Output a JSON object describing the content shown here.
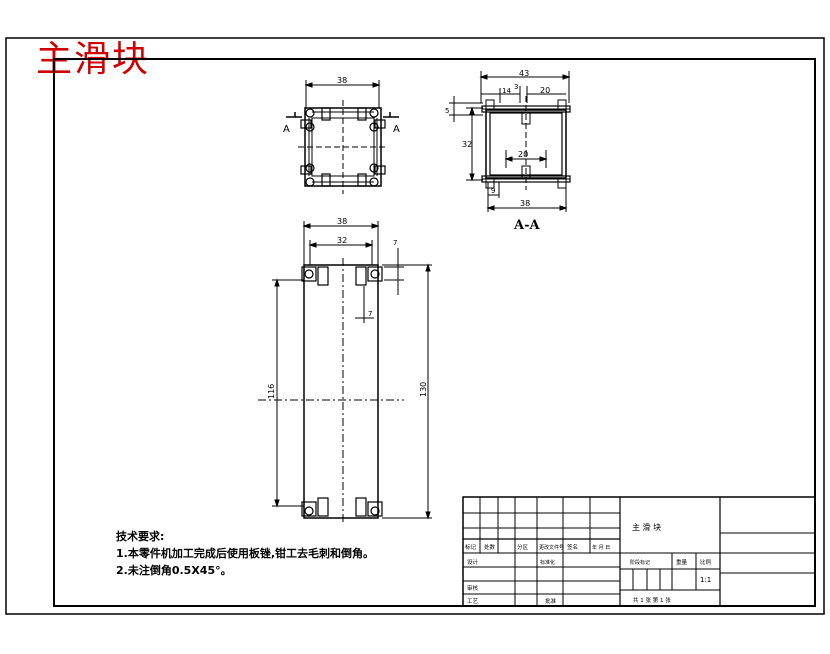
{
  "drawing_title": "主滑块",
  "section_label": "A-A",
  "cut_marks": [
    "A",
    "A"
  ],
  "dims_top_view": {
    "width": "38"
  },
  "dims_section": {
    "overall": "43",
    "d14": "14",
    "d3": "3",
    "d20_top": "20",
    "d5": "5",
    "d32": "32",
    "d20_mid": "20",
    "d9": "9",
    "d38": "38"
  },
  "dims_front_view": {
    "d38": "38",
    "d32": "32",
    "d7_top": "7",
    "d7_mid": "7",
    "d116": "116",
    "d130": "130"
  },
  "notes": {
    "heading": "技术要求:",
    "line1": "1.本零件机加工完成后使用板锉,钳工去毛刺和倒角。",
    "line2": "2.未注倒角0.5X45°。"
  },
  "title_block": {
    "part_name": "主 滑 块",
    "r1": [
      "标记",
      "处数",
      "分区",
      "更改文件号",
      "签名",
      "年 月 日"
    ],
    "r2a": "设计",
    "r2b": "标准化",
    "r2c": [
      "阶段标记",
      "重量",
      "比例"
    ],
    "scale": "1:1",
    "r3": "审核",
    "r4a": "工艺",
    "r4b": "批准",
    "sheets": "共 1 张  第 1 张"
  }
}
